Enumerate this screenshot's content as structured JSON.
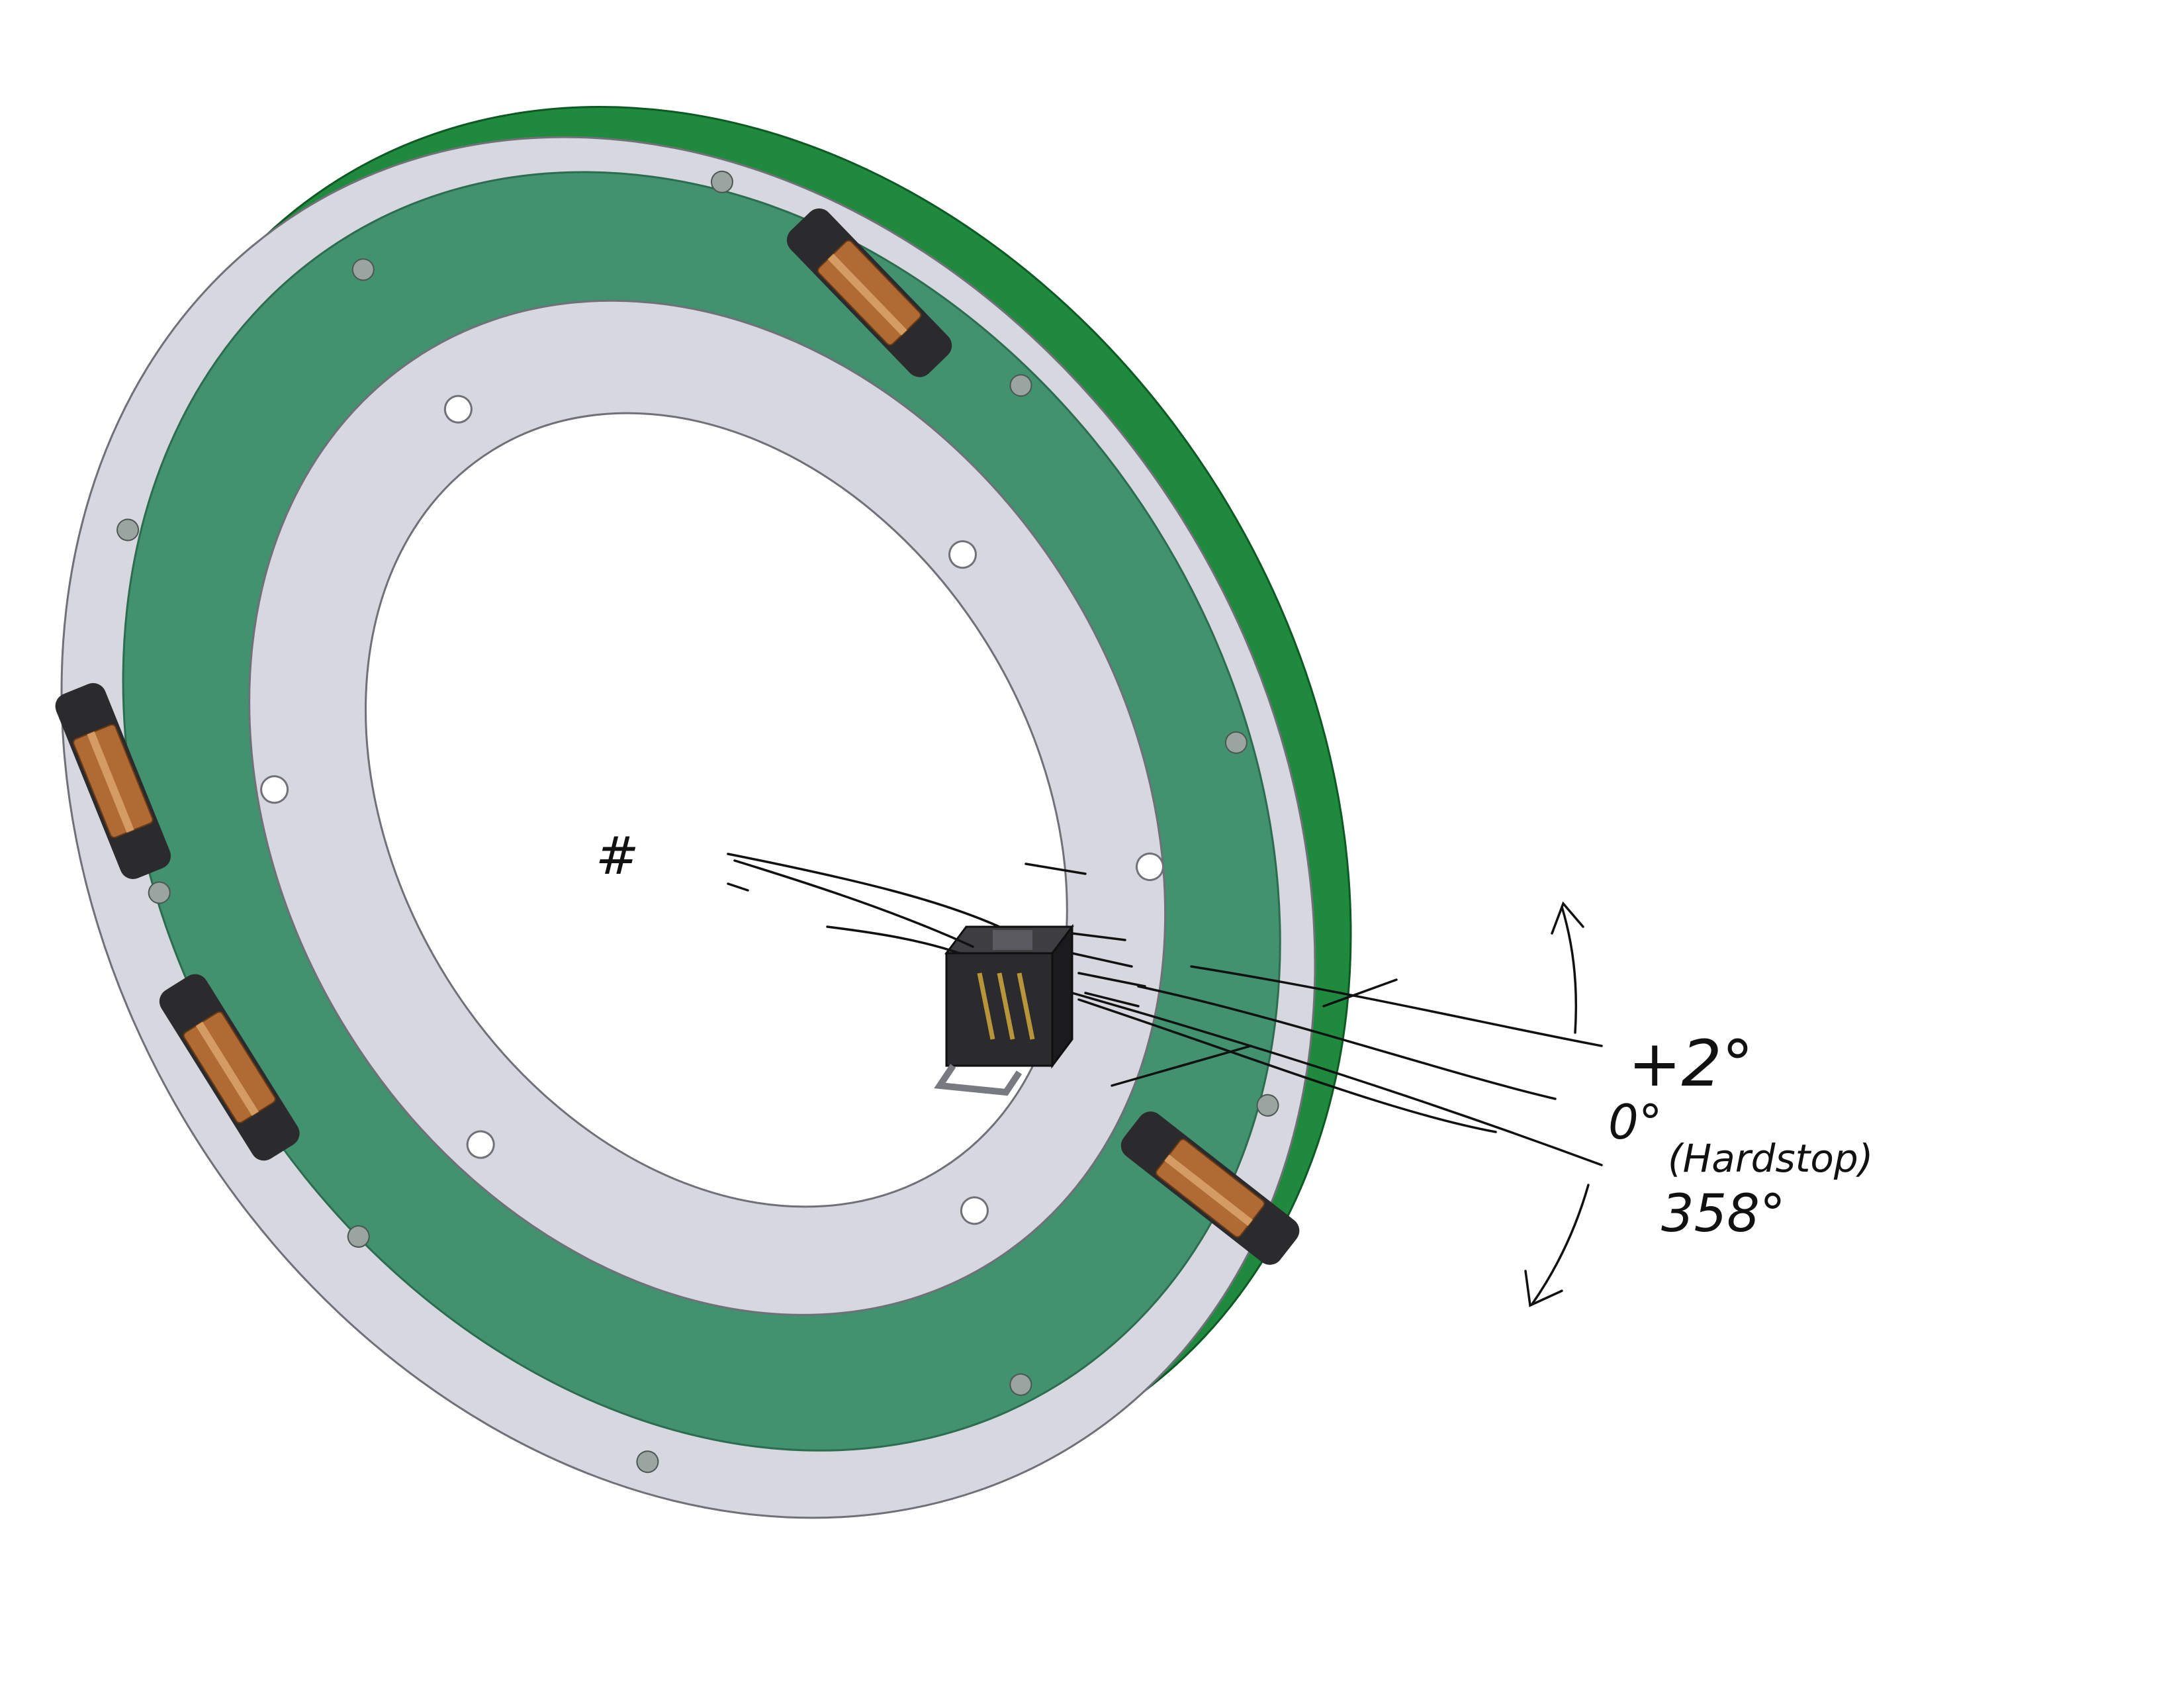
{
  "annotations": {
    "lower_marker": "#",
    "plus_angle": "+2°",
    "zero_angle": "0°",
    "hard_stop_note": "(Hardstop)",
    "negative_angle": "358°"
  },
  "colors": {
    "paper": "#ffffff",
    "pcb_green": "#42916f",
    "pcb_edge": "#1f8a3e",
    "aluminum": "#d6d7df",
    "aluminum_edge": "#c8c9d1",
    "outline": "#6f7078",
    "contact_copper": "#b06a34",
    "connector_body": "#2b2b2e",
    "pin_gold": "#b8953a",
    "ink": "#111111"
  },
  "icons": {
    "brush_contact": "brush-contact-icon",
    "connector": "connector-icon",
    "arrow_up": "arrow-up-icon",
    "arrow_down": "arrow-down-icon"
  }
}
